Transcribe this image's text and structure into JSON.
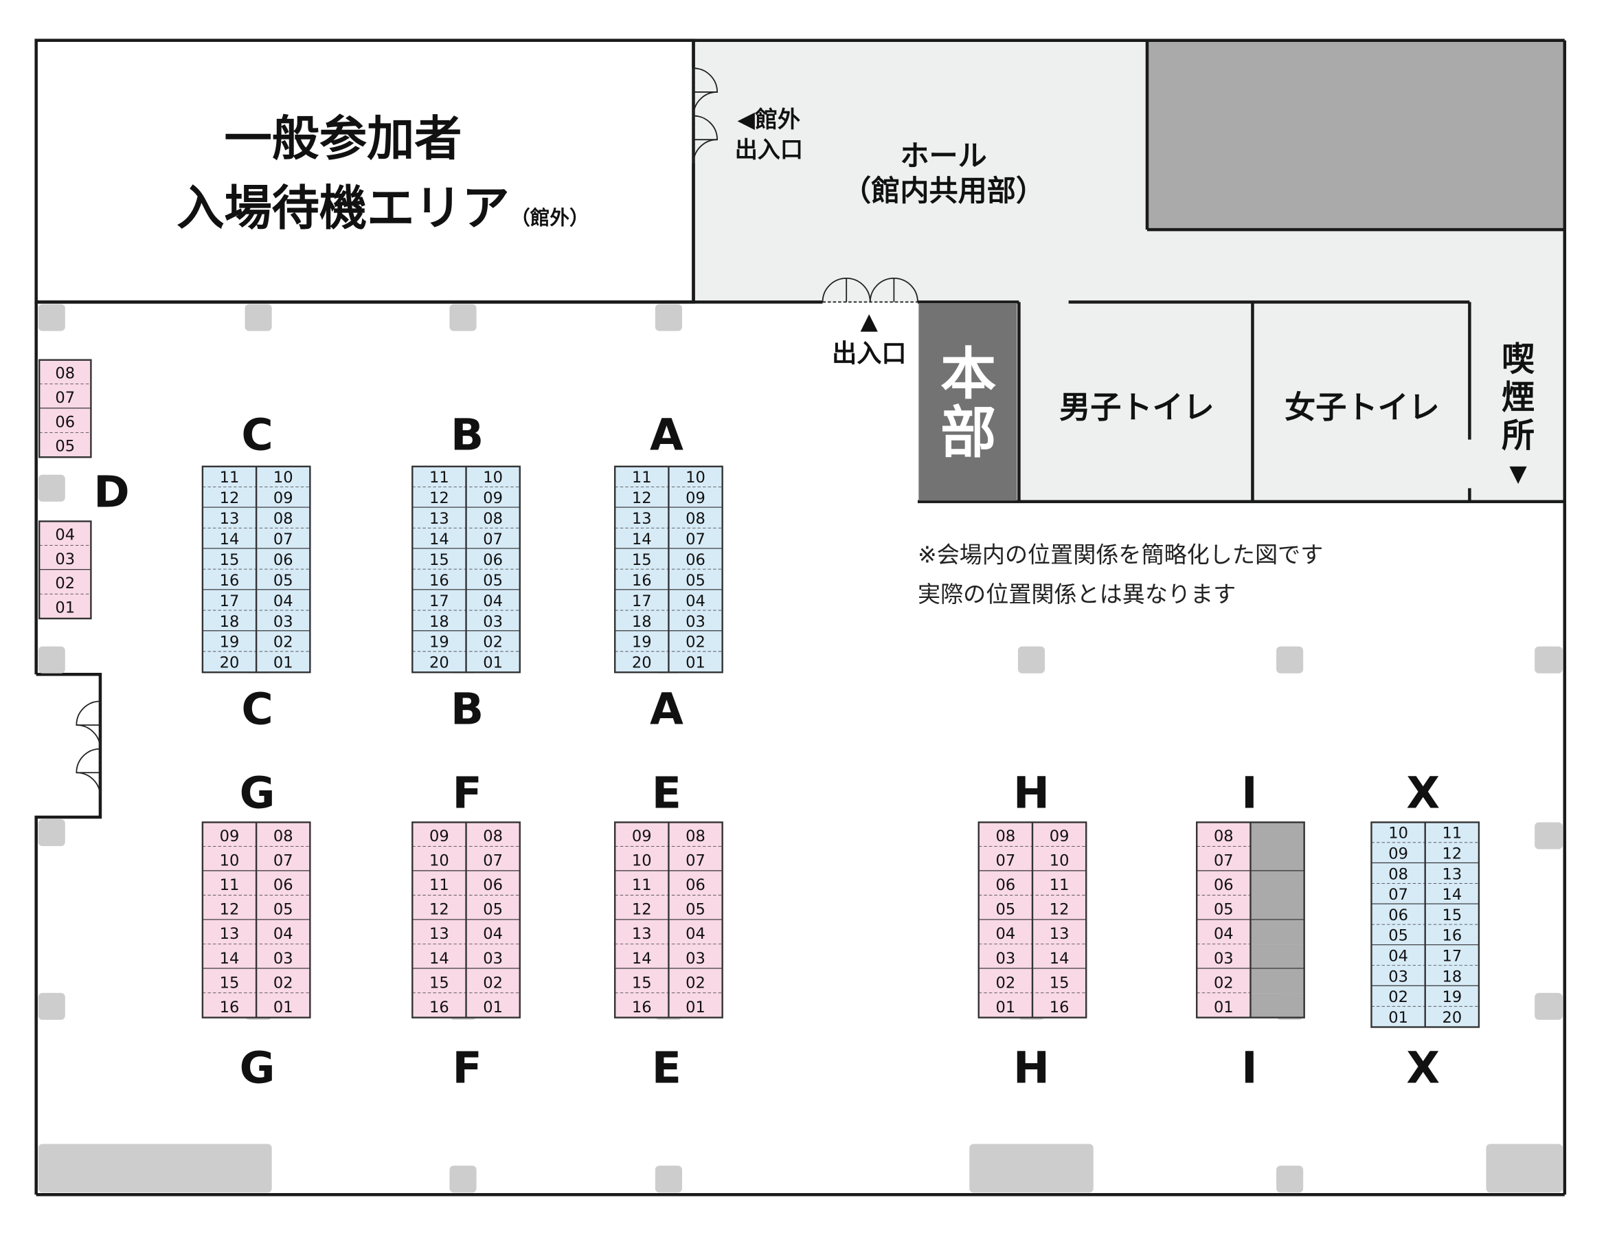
{
  "waiting_area": {
    "line1": "一般参加者",
    "line2": "入場待機エリア",
    "note": "（館外）"
  },
  "hall": {
    "line1": "ホール",
    "line2": "（館内共用部）"
  },
  "exit_outside": {
    "line1": "◀館外",
    "line2": "出入口"
  },
  "entrance": {
    "arrow": "▲",
    "label": "出入口"
  },
  "headquarters": {
    "line1": "本",
    "line2": "部"
  },
  "mens_toilet": "男子トイレ",
  "womens_toilet": "女子トイレ",
  "smoking": {
    "c1": "喫",
    "c2": "煙",
    "c3": "所",
    "arrow": "▼"
  },
  "notice": {
    "line1": "※会場内の位置関係を簡略化した図です",
    "line2": "実際の位置関係とは異なります"
  },
  "colors": {
    "blue": "#d7ebf7",
    "pink": "#f9d9e6",
    "gray": "#aaaaaa",
    "light": "#eeefef",
    "hq": "#737373",
    "pillar": "#cdcdcd"
  },
  "letters": {
    "C": "C",
    "B": "B",
    "A": "A",
    "D": "D",
    "G": "G",
    "F": "F",
    "E": "E",
    "H": "H",
    "I": "I",
    "X": "X"
  },
  "tables": {
    "C": [
      [
        "11",
        "10"
      ],
      [
        "12",
        "09"
      ],
      [
        "13",
        "08"
      ],
      [
        "14",
        "07"
      ],
      [
        "15",
        "06"
      ],
      [
        "16",
        "05"
      ],
      [
        "17",
        "04"
      ],
      [
        "18",
        "03"
      ],
      [
        "19",
        "02"
      ],
      [
        "20",
        "01"
      ]
    ],
    "B": [
      [
        "11",
        "10"
      ],
      [
        "12",
        "09"
      ],
      [
        "13",
        "08"
      ],
      [
        "14",
        "07"
      ],
      [
        "15",
        "06"
      ],
      [
        "16",
        "05"
      ],
      [
        "17",
        "04"
      ],
      [
        "18",
        "03"
      ],
      [
        "19",
        "02"
      ],
      [
        "20",
        "01"
      ]
    ],
    "A": [
      [
        "11",
        "10"
      ],
      [
        "12",
        "09"
      ],
      [
        "13",
        "08"
      ],
      [
        "14",
        "07"
      ],
      [
        "15",
        "06"
      ],
      [
        "16",
        "05"
      ],
      [
        "17",
        "04"
      ],
      [
        "18",
        "03"
      ],
      [
        "19",
        "02"
      ],
      [
        "20",
        "01"
      ]
    ],
    "G": [
      [
        "09",
        "08"
      ],
      [
        "10",
        "07"
      ],
      [
        "11",
        "06"
      ],
      [
        "12",
        "05"
      ],
      [
        "13",
        "04"
      ],
      [
        "14",
        "03"
      ],
      [
        "15",
        "02"
      ],
      [
        "16",
        "01"
      ]
    ],
    "F": [
      [
        "09",
        "08"
      ],
      [
        "10",
        "07"
      ],
      [
        "11",
        "06"
      ],
      [
        "12",
        "05"
      ],
      [
        "13",
        "04"
      ],
      [
        "14",
        "03"
      ],
      [
        "15",
        "02"
      ],
      [
        "16",
        "01"
      ]
    ],
    "E": [
      [
        "09",
        "08"
      ],
      [
        "10",
        "07"
      ],
      [
        "11",
        "06"
      ],
      [
        "12",
        "05"
      ],
      [
        "13",
        "04"
      ],
      [
        "14",
        "03"
      ],
      [
        "15",
        "02"
      ],
      [
        "16",
        "01"
      ]
    ],
    "H": [
      [
        "08",
        "09"
      ],
      [
        "07",
        "10"
      ],
      [
        "06",
        "11"
      ],
      [
        "05",
        "12"
      ],
      [
        "04",
        "13"
      ],
      [
        "03",
        "14"
      ],
      [
        "02",
        "15"
      ],
      [
        "01",
        "16"
      ]
    ],
    "I": [
      [
        "08",
        ""
      ],
      [
        "07",
        ""
      ],
      [
        "06",
        ""
      ],
      [
        "05",
        ""
      ],
      [
        "04",
        ""
      ],
      [
        "03",
        ""
      ],
      [
        "02",
        ""
      ],
      [
        "01",
        ""
      ]
    ],
    "X": [
      [
        "10",
        "11"
      ],
      [
        "09",
        "12"
      ],
      [
        "08",
        "13"
      ],
      [
        "07",
        "14"
      ],
      [
        "06",
        "15"
      ],
      [
        "05",
        "16"
      ],
      [
        "04",
        "17"
      ],
      [
        "03",
        "18"
      ],
      [
        "02",
        "19"
      ],
      [
        "01",
        "20"
      ]
    ],
    "D": [
      "08",
      "07",
      "06",
      "05",
      "04",
      "03",
      "02",
      "01"
    ]
  }
}
